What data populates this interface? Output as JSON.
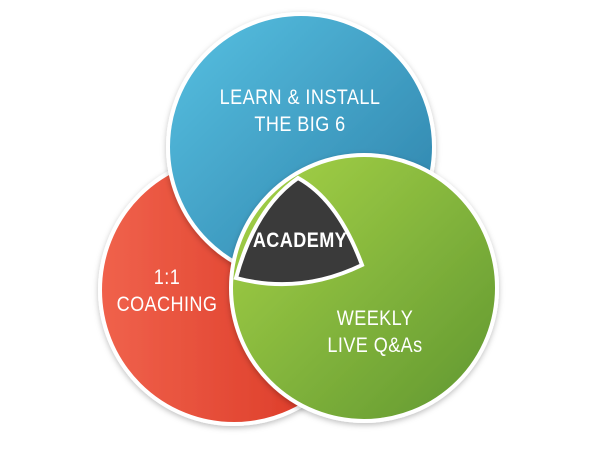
{
  "diagram": {
    "top_circle": {
      "line1": "LEARN & INSTALL",
      "line2": "THE BIG 6",
      "color": "#3c9cc3"
    },
    "left_circle": {
      "line1": "1:1",
      "line2": "COACHING",
      "color": "#e3402e"
    },
    "right_circle": {
      "line1": "WEEKLY",
      "line2": "LIVE Q&As",
      "color": "#86b83a"
    },
    "center": {
      "label": "ACADEMY",
      "color": "#3a3a3a"
    }
  }
}
